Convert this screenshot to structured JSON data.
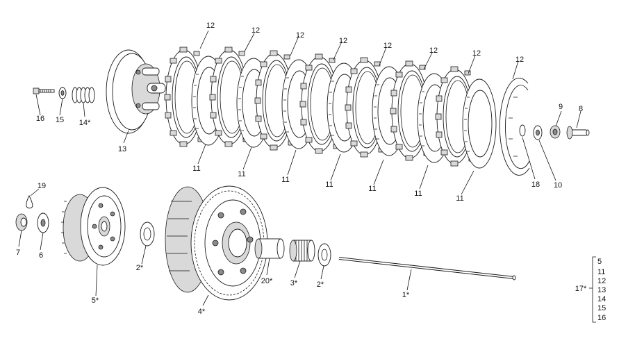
{
  "callouts": {
    "c1": "1*",
    "c2a": "2*",
    "c2b": "2*",
    "c3": "3*",
    "c4": "4*",
    "c5": "5*",
    "c6": "6",
    "c7": "7",
    "c8": "8",
    "c9": "9",
    "c10": "10",
    "c11": "11",
    "c12": "12",
    "c13": "13",
    "c14": "14*",
    "c15": "15",
    "c16": "16",
    "c17": "17*",
    "c18": "18",
    "c19": "19",
    "c20": "20*"
  },
  "kit_list": [
    "5",
    "11",
    "12",
    "13",
    "14",
    "15",
    "16"
  ]
}
